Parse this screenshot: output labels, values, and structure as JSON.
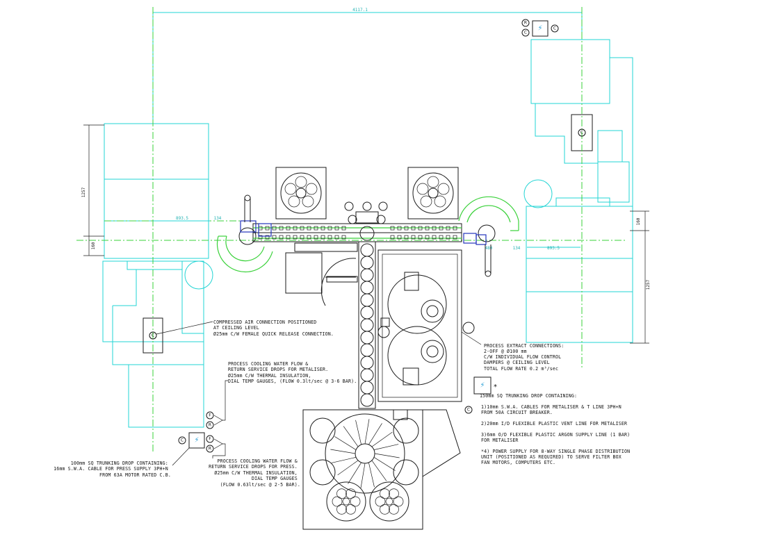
{
  "dimensions": {
    "overall_width": "4117.1",
    "left_height": "1257",
    "left_offset": "160",
    "right_height": "1257",
    "right_offset": "160",
    "left_h_dim": "893.5",
    "left_small": "134",
    "right_h_dim": "893.5",
    "right_small": "134",
    "right_small2": "480"
  },
  "symbols": {
    "c": "C",
    "r": "R",
    "f": "F",
    "lightning": "⚡",
    "asterisk": "*"
  },
  "notes": {
    "air": [
      "COMPRESSED AIR CONNECTION POSITIONED",
      "AT CEILING LEVEL",
      "Ø25mm C/W FEMALE QUICK RELEASE CONNECTION."
    ],
    "cooling_metaliser": [
      "PROCESS COOLING WATER FLOW &",
      "RETURN SERVICE DROPS FOR METALISER.",
      "Ø25mm C/W THERMAL INSULATION,",
      "DIAL TEMP GAUGES, (FLOW 0.3lt/sec @ 3-6 BAR)."
    ],
    "trunking_press": [
      "100mm SQ TRUNKING DROP CONTAINING:",
      "16mm S.W.A. CABLE FOR PRESS SUPPLY 3PH+N",
      "FROM 63A MOTOR RATED C.B."
    ],
    "cooling_press": [
      "PROCESS COOLING WATER FLOW &",
      "RETURN SERVICE DROPS FOR PRESS.",
      "Ø25mm C/W THERMAL INSULATION,",
      "DIAL TEMP GAUGES",
      "(FLOW 0.63lt/sec @ 2-5 BAR)."
    ],
    "extract": [
      "PROCESS EXTRACT CONNECTIONS:",
      "2-OFF @ Ø100 mm",
      "C/W INDIVIDUAL FLOW CONTROL",
      "DAMPERS @ CEILING LEVEL",
      "TOTAL FLOW RATE 0.2 m³/sec"
    ],
    "trunking_150": "150mm SQ TRUNKING DROP CONTAINING:",
    "items": [
      [
        "1)10mm S.W.A. CABLES FOR METALISER & T LINE 3PH+N",
        "   FROM 50A CIRCUIT BREAKER."
      ],
      [
        "2)20mm I/D FLEXIBLE PLASTIC VENT LINE FOR METALISER"
      ],
      [
        "3)6mm O/D FLEXIBLE PLASTIC ARGON SUPPLY LINE (1 BAR)",
        "   FOR METALISER"
      ],
      [
        "*4) POWER SUPPLY FOR 8-WAY SINGLE PHASE DISTRIBUTION",
        "   UNIT (POSITIONED AS REQUIRED) TO SERVE FILTER BOX",
        "   FAN MOTORS, COMPUTERS ETC."
      ]
    ]
  }
}
